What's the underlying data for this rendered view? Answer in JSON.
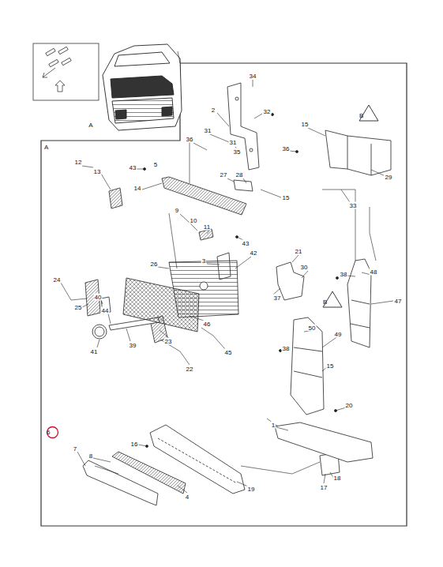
{
  "diagram": {
    "nodes": [
      {
        "text": [
          "A"
        ]
      },
      {
        "text": [
          "B"
        ],
        "in": 0
      },
      {
        "text": [
          "B"
        ],
        "in": 0
      },
      {
        "text": [
          "6"
        ],
        "in": 0
      }
    ],
    "edges": [],
    "labels": [
      "A",
      "34",
      "2",
      "32",
      "15",
      "31",
      "36",
      "31",
      "35",
      "36",
      "12",
      "13",
      "43",
      "5",
      "14",
      "27",
      "28",
      "15",
      "29",
      "33",
      "9",
      "10",
      "11",
      "43",
      "26",
      "3",
      "42",
      "21",
      "30",
      "38",
      "48",
      "24",
      "25",
      "40",
      "44",
      "37",
      "47",
      "41",
      "39",
      "23",
      "46",
      "45",
      "50",
      "49",
      "38",
      "15",
      "22",
      "20",
      "1",
      "7",
      "8",
      "16",
      "19",
      "4",
      "18",
      "17"
    ]
  }
}
